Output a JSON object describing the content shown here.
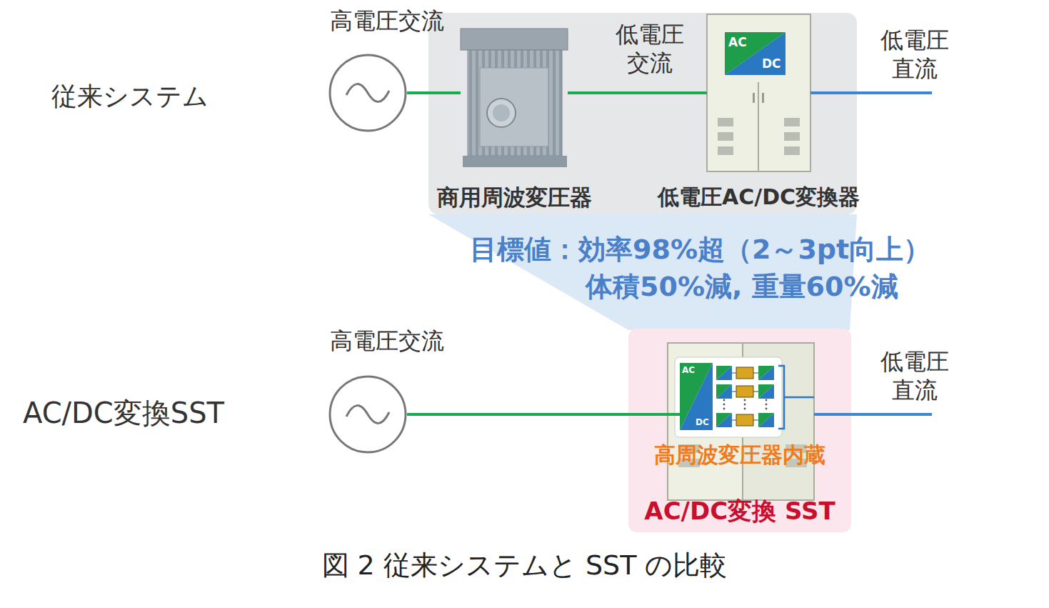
{
  "diagram": {
    "caption": "図 2 従来システムと SST の比較",
    "nodes": [
      {
        "text": [
          "高電圧交流"
        ]
      },
      {
        "text": [
          "商用周波変圧器"
        ]
      },
      {
        "text": [
          "低電圧AC/DC変換器"
        ]
      },
      {
        "text": [
          "目標値：効率98%超（2～3pt向上）",
          "体積50%減, 重量60%減"
        ]
      },
      {
        "text": [
          "高電圧交流"
        ]
      },
      {
        "text": [
          "高周波変圧器内蔵",
          "AC/DC変換 SST"
        ]
      }
    ],
    "edges": [
      {
        "from": 0,
        "to": 1,
        "arrow": "none"
      },
      {
        "from": 1,
        "to": 2,
        "arrow": "none",
        "label": "低電圧 交流"
      },
      {
        "from": 4,
        "to": 5,
        "arrow": "none"
      }
    ],
    "labels": [
      "従来システム",
      "AC",
      "DC",
      "低電圧 直流",
      "AC/DC変換SST",
      "AC",
      "DC",
      "低電圧 直流"
    ]
  }
}
